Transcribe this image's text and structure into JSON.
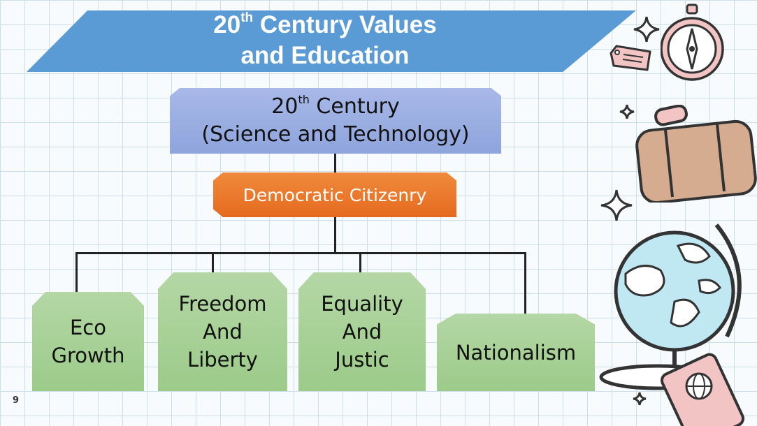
{
  "banner": {
    "title_line1_prefix": "20",
    "title_line1_sup": "th",
    "title_line1_rest": " Century Values",
    "title_line2": "and Education"
  },
  "root": {
    "line1_prefix": "20",
    "line1_sup": "th",
    "line1_rest": " Century",
    "line2": "(Science and Technology)"
  },
  "middle": {
    "label": "Democratic Citizenry"
  },
  "leaves": [
    {
      "lines": [
        "Eco",
        "Growth"
      ]
    },
    {
      "lines": [
        "Freedom",
        "And",
        "Liberty"
      ]
    },
    {
      "lines": [
        "Equality",
        "And",
        "Justic"
      ]
    },
    {
      "lines": [
        "Nationalism"
      ]
    }
  ],
  "slide_number": "9",
  "colors": {
    "banner": "#5b9bd5",
    "root_node": "#9aaee0",
    "middle_node": "#ea7428",
    "leaf_node": "#a8d196",
    "grid": "#cfdfe9"
  },
  "decorations": [
    "compass-icon",
    "luggage-tag-icon",
    "suitcase-icon",
    "globe-icon",
    "passport-icon",
    "sparkle-icon"
  ]
}
